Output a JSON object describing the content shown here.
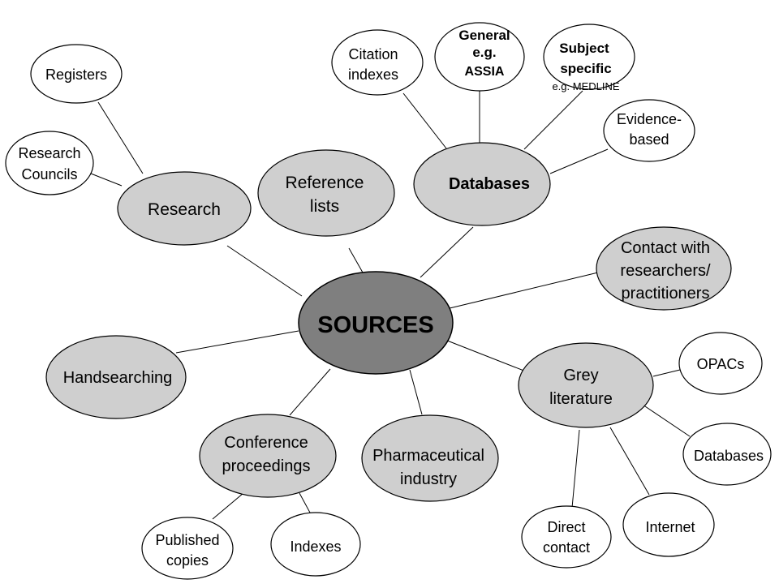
{
  "diagram": {
    "center": {
      "lines": [
        "SOURCES"
      ]
    },
    "research": {
      "lines": [
        "Research"
      ]
    },
    "registers": {
      "lines": [
        "Registers"
      ]
    },
    "research_councils": {
      "lines": [
        "Research",
        "Councils"
      ]
    },
    "reference_lists": {
      "lines": [
        "Reference",
        "lists"
      ]
    },
    "databases": {
      "lines": [
        "Databases"
      ]
    },
    "citation_indexes": {
      "lines": [
        "Citation",
        "indexes"
      ]
    },
    "general_db": {
      "lines": [
        "General",
        "e.g.",
        "ASSIA"
      ]
    },
    "subject_specific": {
      "lines": [
        "Subject",
        "specific"
      ],
      "example": "e.g. MEDLINE"
    },
    "evidence_based": {
      "lines": [
        "Evidence-",
        "based"
      ]
    },
    "contact": {
      "lines": [
        "Contact with",
        "researchers/",
        "practitioners"
      ]
    },
    "grey_literature": {
      "lines": [
        "Grey",
        "literature"
      ]
    },
    "opacs": {
      "lines": [
        "OPACs"
      ]
    },
    "grey_databases": {
      "lines": [
        "Databases"
      ]
    },
    "internet": {
      "lines": [
        "Internet"
      ]
    },
    "direct_contact": {
      "lines": [
        "Direct",
        "contact"
      ]
    },
    "pharma": {
      "lines": [
        "Pharmaceutical",
        "industry"
      ]
    },
    "conference": {
      "lines": [
        "Conference",
        "proceedings"
      ]
    },
    "published_copies": {
      "lines": [
        "Published",
        "copies"
      ]
    },
    "indexes": {
      "lines": [
        "Indexes"
      ]
    },
    "handsearching": {
      "lines": [
        "Handsearching"
      ]
    }
  }
}
